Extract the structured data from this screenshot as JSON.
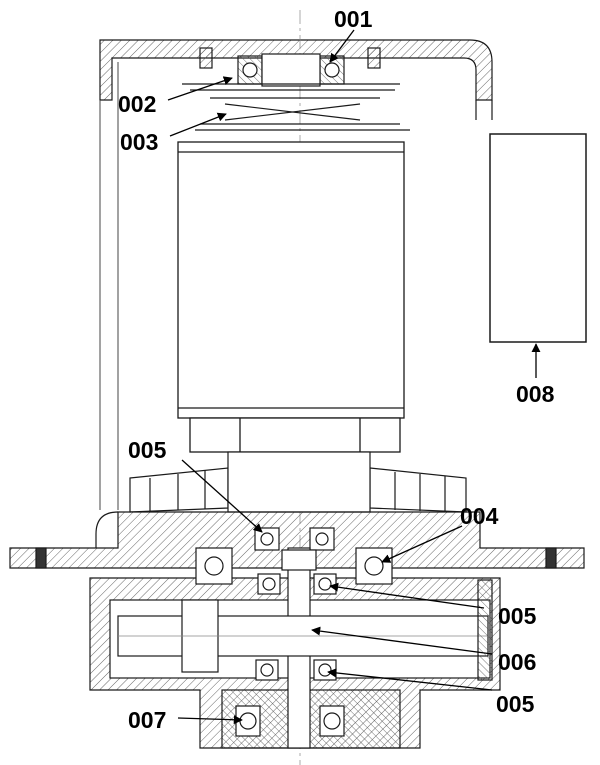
{
  "diagram": {
    "stroke_color": "#1a1a1a",
    "hatch_color": "#555555",
    "fill_color": "#ffffff",
    "callouts": [
      {
        "id": "c001",
        "label": "001"
      },
      {
        "id": "c002",
        "label": "002"
      },
      {
        "id": "c003",
        "label": "003"
      },
      {
        "id": "c004",
        "label": "004"
      },
      {
        "id": "c005a",
        "label": "005"
      },
      {
        "id": "c005b",
        "label": "005"
      },
      {
        "id": "c005c",
        "label": "005"
      },
      {
        "id": "c006",
        "label": "006"
      },
      {
        "id": "c007",
        "label": "007"
      },
      {
        "id": "c008",
        "label": "008"
      }
    ]
  }
}
